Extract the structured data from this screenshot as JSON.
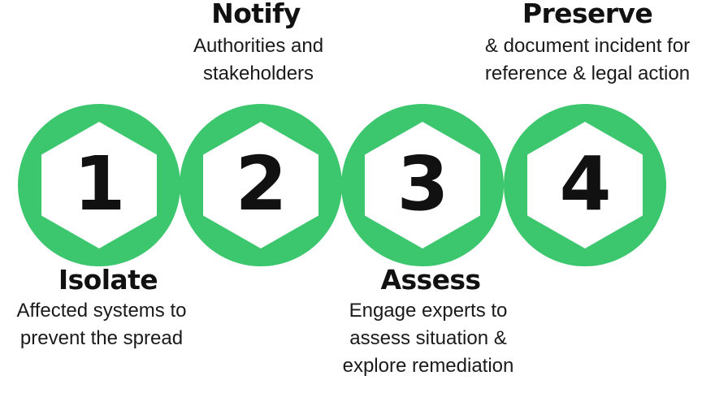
{
  "theme": {
    "accent": "#3cc66d",
    "text": "#111111",
    "background": "#ffffff"
  },
  "steps": [
    {
      "number": "1",
      "title": "Isolate",
      "body": "Affected systems to prevent the spread",
      "caption_position": "below"
    },
    {
      "number": "2",
      "title": "Notify",
      "body": "Authorities and stakeholders",
      "caption_position": "above"
    },
    {
      "number": "3",
      "title": "Assess",
      "body": "Engage experts to assess situation & explore remediation",
      "caption_position": "below"
    },
    {
      "number": "4",
      "title": "Preserve",
      "body": "& document incident for reference & legal action",
      "caption_position": "above"
    }
  ]
}
